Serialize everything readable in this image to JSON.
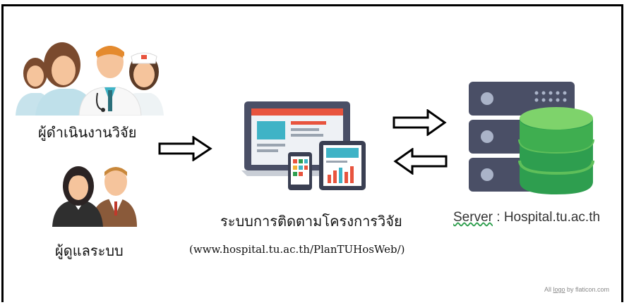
{
  "actors": {
    "researchers_label": "ผู้ดำเนินงานวิจัย",
    "admins_label": "ผู้ดูแลระบบ"
  },
  "system": {
    "name": "ระบบการติดตามโครงการวิจัย",
    "url": "(www.hospital.tu.ac.th/PlanTUHosWeb/)"
  },
  "server": {
    "prefix": "Server",
    "separator": " : ",
    "host": "Hospital.tu.ac.th"
  },
  "credit": {
    "prefix": "All ",
    "link": "logo",
    "suffix": " by flaticon.com"
  },
  "icons": {
    "researchers": "medical-staff-group-icon",
    "admins": "business-people-icon",
    "devices": "laptop-tablet-phone-icon",
    "server": "server-database-icon"
  },
  "colors": {
    "skin": "#f5c49c",
    "hair_brown": "#7a4a2e",
    "hair_black": "#3b2f2f",
    "teal": "#3fb3c6",
    "screen_red": "#e8543e",
    "server_gray": "#4a4f66",
    "db_green": "#2e9e4f",
    "db_green_light": "#7ed36b"
  }
}
